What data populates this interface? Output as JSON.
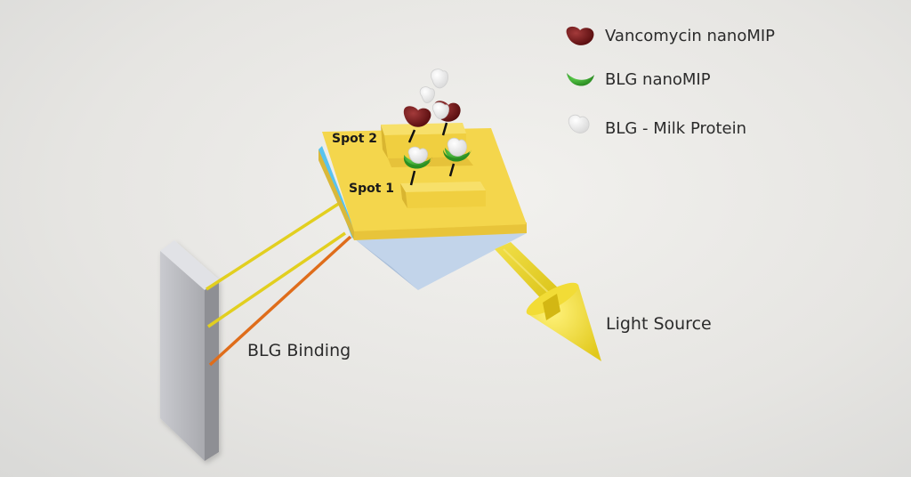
{
  "legend": {
    "items": [
      {
        "label": "Vancomycin nanoMIP",
        "icon": "vancomycin-nanomip-icon",
        "color": "#6e0f12"
      },
      {
        "label": "BLG nanoMIP",
        "icon": "blg-nanomip-icon",
        "color": "#2e9a25"
      },
      {
        "label": "BLG - Milk Protein",
        "icon": "blg-milk-protein-icon",
        "color": "#f4f4f4"
      }
    ]
  },
  "sensor": {
    "spot2_label": "Spot 2",
    "spot1_label": "Spot 1",
    "chip_color": "#f3d54a",
    "prism_color": "#b9cde6"
  },
  "labels": {
    "light_source": "Light Source",
    "binding": "BLG Binding"
  },
  "colors": {
    "beam_yellow": "#e6d21e",
    "beam_orange": "#e0701c",
    "detector": "#c6c7cc"
  }
}
